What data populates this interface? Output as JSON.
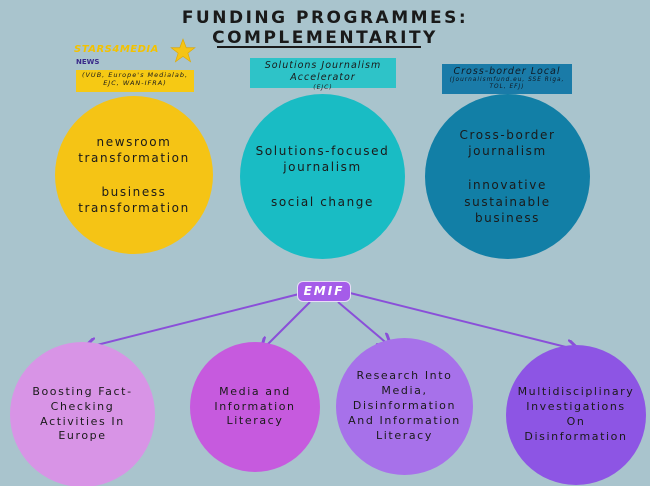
{
  "title": {
    "line1": "FUNDING PROGRAMMES:",
    "line2": "COMPLEMENTARITY"
  },
  "logo": {
    "word": "STARS4MEDIA",
    "sub": "NEWS"
  },
  "programmes": [
    {
      "label": "(VUB, Europe's Medialab, EJC, WAN-IFRA)",
      "lines": [
        "newsroom",
        "transformation",
        "",
        "business",
        "transformation"
      ],
      "color": "#f5c415"
    },
    {
      "label": "Solutions Journalism Accelerator",
      "sub": "(EJC)",
      "lines": [
        "Solutions-focused",
        "journalism",
        "",
        "social change"
      ],
      "color": "#19bcc4"
    },
    {
      "label": "Cross-border Local",
      "sub": "(Journalismfund.eu, SSE Riga, TOL, EFJ)",
      "lines": [
        "Cross-border",
        "journalism",
        "",
        "innovative",
        "sustainable",
        "business"
      ],
      "color": "#127fa6"
    }
  ],
  "hub": {
    "label": "EMIF"
  },
  "projects": [
    {
      "lines": [
        "Boosting Fact-",
        "Checking",
        "Activities In",
        "Europe"
      ],
      "color": "#d894e6"
    },
    {
      "lines": [
        "Media and",
        "Information",
        "Literacy"
      ],
      "color": "#c65ade"
    },
    {
      "lines": [
        "Research Into",
        "Media,",
        "Disinformation",
        "And Information",
        "Literacy"
      ],
      "color": "#a771ea"
    },
    {
      "lines": [
        "Multidisciplinary",
        "Investigations",
        "On",
        "Disinformation"
      ],
      "color": "#8d55e4"
    }
  ],
  "icons": {
    "star": "star-icon",
    "arrow": "arrow-icon"
  }
}
